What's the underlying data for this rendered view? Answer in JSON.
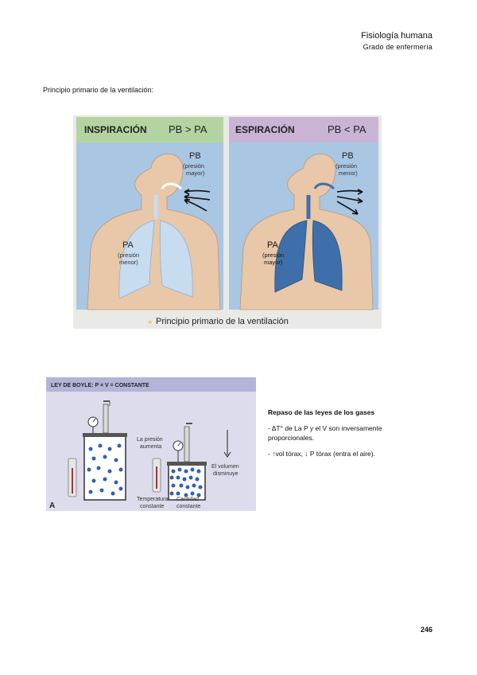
{
  "header": {
    "title": "Fisiología humana",
    "subtitle": "Grado de enfermería"
  },
  "section_title": "Principio primario de la ventilación:",
  "figure1": {
    "left_title": "INSPIRACIÓN",
    "left_formula": "PB > PA",
    "right_title": "ESPIRACIÓN",
    "right_formula": "PB < PA",
    "pb_label": "PB",
    "pb_left_desc_1": "(presión",
    "pb_left_desc_2": "mayor)",
    "pb_right_desc_1": "(presión",
    "pb_right_desc_2": "menor)",
    "pa_label": "PA",
    "pa_left_desc_1": "(presión",
    "pa_left_desc_2": "menor)",
    "pa_right_desc_1": "(presión",
    "pa_right_desc_2": "mayor)",
    "caption": "Principio primario de la ventilación"
  },
  "figure2": {
    "title": "LEY DE BOYLE: P × V = CONSTANTE",
    "pressure_1": "La presión",
    "pressure_2": "aumenta",
    "volume_1": "El volumen",
    "volume_2": "disminuye",
    "temp_1": "Temperatura",
    "temp_2": "constante",
    "qty_1": "Cantidad",
    "qty_2": "constante",
    "panel_letter": "A"
  },
  "notes": {
    "heading": "Repaso de las leyes de los gases",
    "line1": "- ΔT° de La P y el V son inversamente proporcionales.",
    "line2": "- ↑vol tórax, ↓ P tórax (entra el aire)."
  },
  "page_number": "246",
  "colors": {
    "inspiration_header": "#b3d4a0",
    "expiration_header": "#c9b4d6",
    "panel_bg": "#a9c6e3",
    "skin": "#e8c8a8",
    "lung_light": "#c8dcf0",
    "lung_dark": "#3f6faa",
    "boyle_header": "#b4b4d8",
    "molecule": "#2d62b4"
  }
}
